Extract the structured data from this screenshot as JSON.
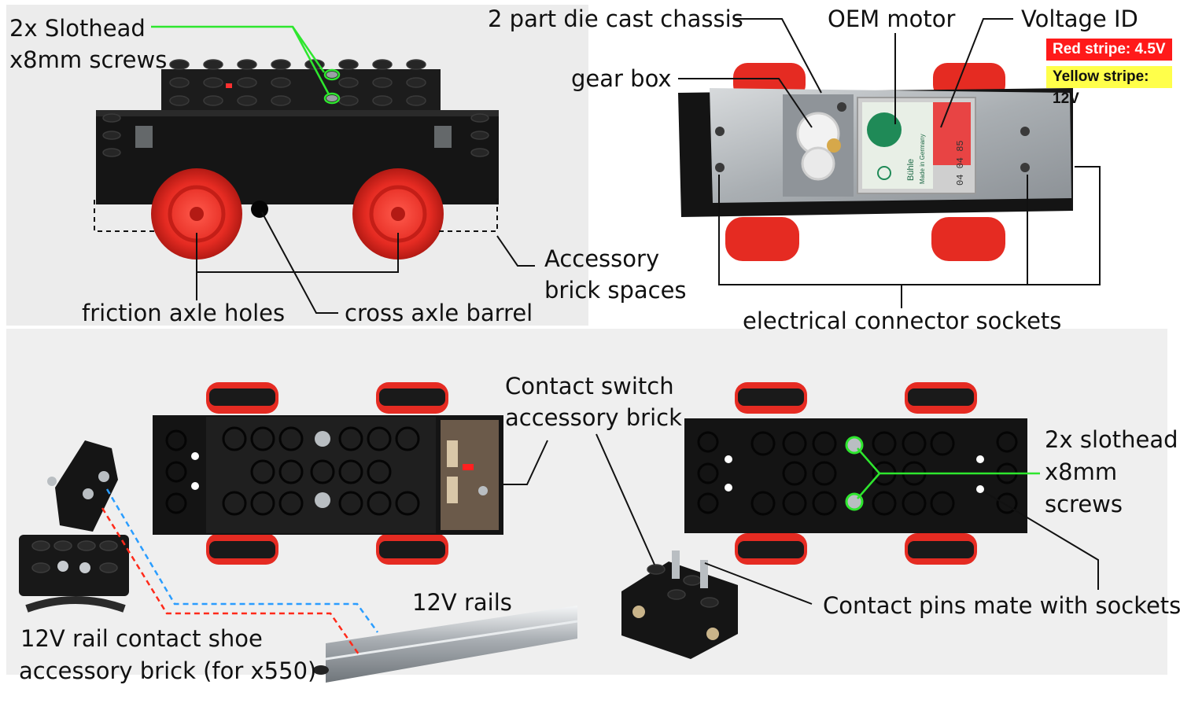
{
  "labels": {
    "slothead_top": [
      "2x Slothead",
      "x8mm screws"
    ],
    "friction": "friction axle holes",
    "cross_axle": "cross axle barrel",
    "accessory_spaces": [
      "Accessory",
      "brick spaces"
    ],
    "chassis": "2 part die cast chassis",
    "oem_motor": "OEM motor",
    "voltage_id": "Voltage ID",
    "gear_box": "gear box",
    "connector_sockets": "electrical connector sockets",
    "contact_switch": [
      "Contact switch",
      "accessory brick"
    ],
    "slothead_bottom": [
      "2x slothead",
      "x8mm",
      "screws"
    ],
    "contact_pins": "Contact pins mate with sockets",
    "rails": "12V rails",
    "rail_shoe": [
      "12V rail contact shoe",
      "accessory brick (for x550)"
    ]
  },
  "voltage_tags": {
    "red": "Red stripe: 4.5V",
    "yellow": "Yellow stripe:  12V"
  },
  "motor_print": {
    "brand": "Bühle",
    "made_in": "Made in Germany",
    "number": "04 04 85"
  },
  "colors": {
    "highlight_green": "#2ee62e",
    "lego_red": "#e52b22",
    "brick_black": "#1a1a1a",
    "wire_red": "#ff2a1a",
    "wire_blue": "#2a9dff",
    "tag_red": "#ff1a1a",
    "tag_yellow": "#ffff4a"
  }
}
